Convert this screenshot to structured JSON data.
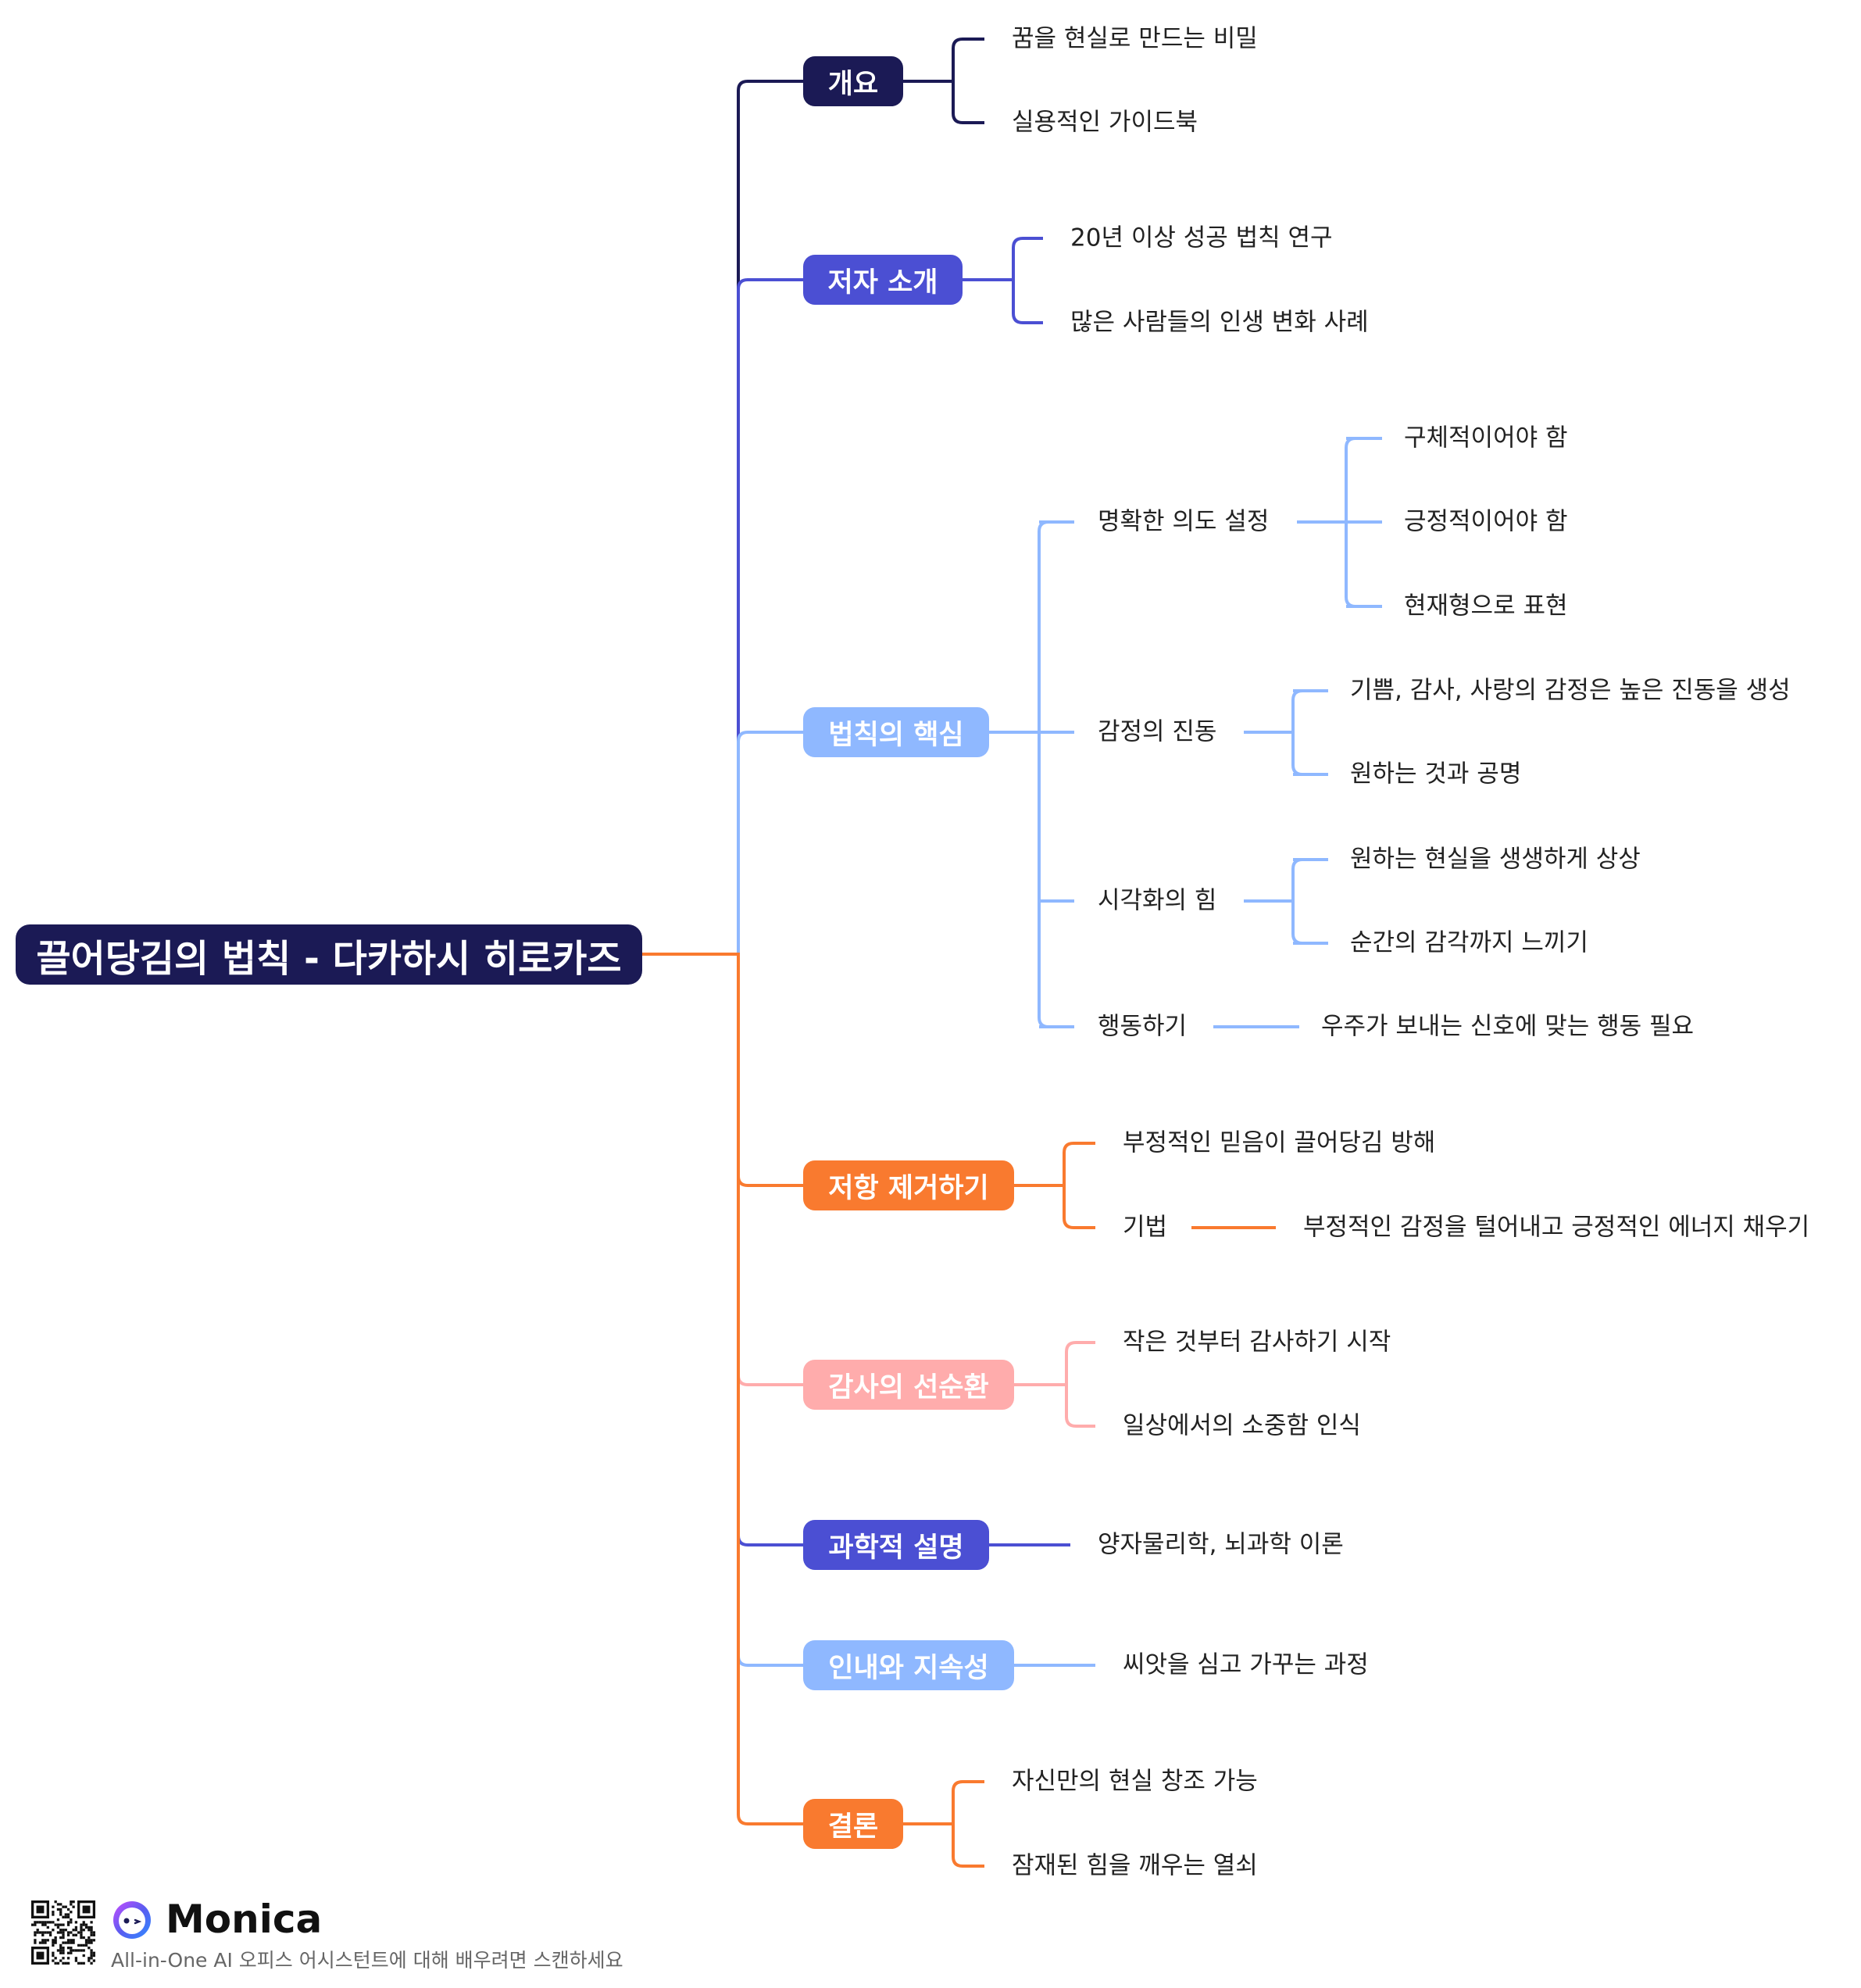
{
  "root": {
    "label": "끌어당김의 법칙 - 다카하시 히로카즈",
    "color": "#1b1a55"
  },
  "branches": [
    {
      "label": "개요",
      "color": "#1b1a55",
      "children": [
        {
          "label": "꿈을 현실로 만드는 비밀"
        },
        {
          "label": "실용적인 가이드북"
        }
      ]
    },
    {
      "label": "저자 소개",
      "color": "#4b4fd3",
      "children": [
        {
          "label": "20년 이상 성공 법칙 연구"
        },
        {
          "label": "많은 사람들의 인생 변화 사례"
        }
      ]
    },
    {
      "label": "법칙의 핵심",
      "color": "#8fb8ff",
      "children": [
        {
          "label": "명확한 의도 설정",
          "children": [
            {
              "label": "구체적이어야 함"
            },
            {
              "label": "긍정적이어야 함"
            },
            {
              "label": "현재형으로 표현"
            }
          ]
        },
        {
          "label": "감정의 진동",
          "children": [
            {
              "label": "기쁨, 감사, 사랑의 감정은 높은 진동을 생성"
            },
            {
              "label": "원하는 것과 공명"
            }
          ]
        },
        {
          "label": "시각화의 힘",
          "children": [
            {
              "label": "원하는 현실을 생생하게 상상"
            },
            {
              "label": "순간의 감각까지 느끼기"
            }
          ]
        },
        {
          "label": "행동하기",
          "children": [
            {
              "label": "우주가 보내는 신호에 맞는 행동 필요"
            }
          ]
        }
      ]
    },
    {
      "label": "저항 제거하기",
      "color": "#f97a2f",
      "children": [
        {
          "label": "부정적인 믿음이 끌어당김 방해"
        },
        {
          "label": "기법",
          "children": [
            {
              "label": "부정적인 감정을 털어내고 긍정적인 에너지 채우기"
            }
          ]
        }
      ]
    },
    {
      "label": "감사의 선순환",
      "color": "#ffacac",
      "children": [
        {
          "label": "작은 것부터 감사하기 시작"
        },
        {
          "label": "일상에서의 소중함 인식"
        }
      ]
    },
    {
      "label": "과학적 설명",
      "color": "#4b4fd3",
      "children": [
        {
          "label": "양자물리학, 뇌과학 이론"
        }
      ]
    },
    {
      "label": "인내와 지속성",
      "color": "#8fb8ff",
      "children": [
        {
          "label": "씨앗을 심고 가꾸는 과정"
        }
      ]
    },
    {
      "label": "결론",
      "color": "#f97a2f",
      "children": [
        {
          "label": "자신만의 현실 창조 가능"
        },
        {
          "label": "잠재된 힘을 깨우는 열쇠"
        }
      ]
    }
  ],
  "footer": {
    "brand": "Monica",
    "tagline": "All-in-One AI 오피스 어시스턴트에 대해 배우려면 스캔하세요",
    "qr_icon": "qr-code-icon",
    "logo_icon": "monica-logo-icon"
  }
}
